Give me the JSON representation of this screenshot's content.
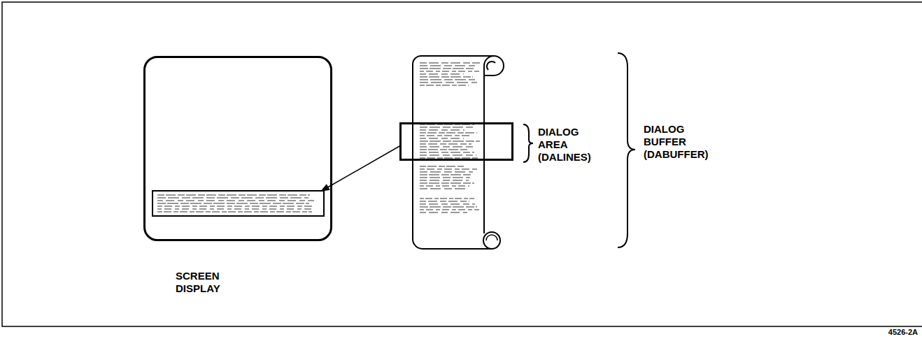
{
  "diagram": {
    "nodes": [
      {
        "text": [
          "SCREEN DISPLAY"
        ]
      },
      {
        "text": [
          "DIALOG AREA (DALINES)"
        ]
      },
      {
        "text": [
          "DIALOG BUFFER (DABUFFER)"
        ]
      }
    ],
    "edges": [
      {
        "from": 1,
        "to": 0,
        "arrow": "to"
      }
    ],
    "labels": [
      "4526-2A"
    ]
  }
}
